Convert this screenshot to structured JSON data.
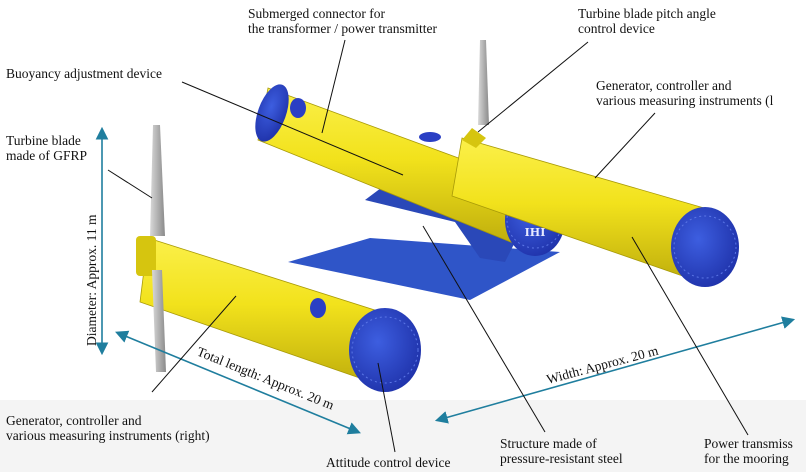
{
  "labels": {
    "submerged_connector": [
      "Submerged connector for",
      "the transformer / power transmitter"
    ],
    "pitch_control": [
      "Turbine blade pitch angle",
      "control device"
    ],
    "buoyancy": [
      "Buoyancy adjustment device"
    ],
    "generator_left": [
      "Generator, controller and",
      "various measuring instruments (l"
    ],
    "turbine_blade": [
      "Turbine blade",
      "made of GFRP"
    ],
    "generator_right": [
      "Generator, controller and",
      "various measuring instruments (right)"
    ],
    "attitude": [
      "Attitude control device"
    ],
    "structure": [
      "Structure made of",
      "pressure-resistant steel"
    ],
    "power_transmission": [
      "Power transmiss",
      "for the mooring"
    ]
  },
  "dimensions": {
    "diameter": "Diameter: Approx. 11 m",
    "length": "Total length: Approx. 20 m",
    "width": "Width: Approx. 20 m"
  },
  "logo": "IHI",
  "colors": {
    "pod": "#f2e21c",
    "pod_shade": "#c9bb10",
    "frame": "#2f55c8",
    "cap": "#2a3fc4",
    "arrow": "#1f7e9e"
  }
}
